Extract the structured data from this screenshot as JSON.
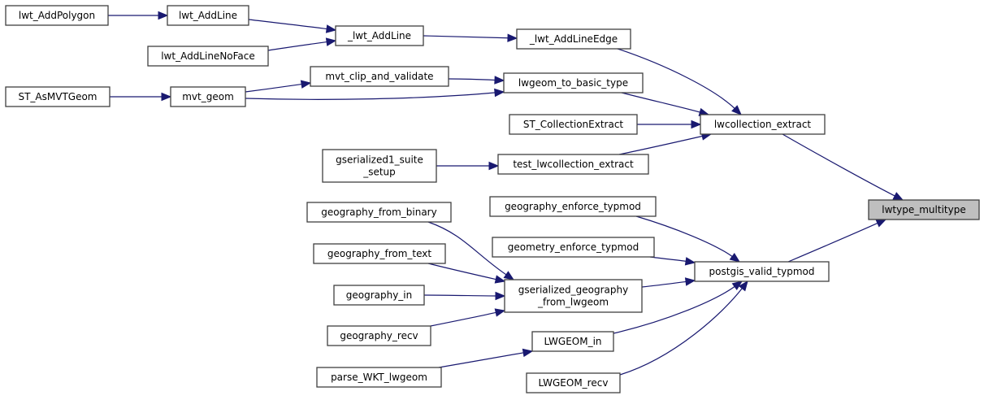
{
  "diagram": {
    "type": "caller-graph",
    "focus_node": "lwtype_multitype",
    "colors": {
      "edge": "#191970",
      "node_border": "#404040",
      "focus_fill": "#bfbfbf",
      "node_fill": "#ffffff"
    },
    "nodes": [
      {
        "id": "lwt_AddPolygon",
        "lines": [
          "lwt_AddPolygon"
        ]
      },
      {
        "id": "lwt_AddLine",
        "lines": [
          "lwt_AddLine"
        ]
      },
      {
        "id": "lwt_AddLineNoFace",
        "lines": [
          "lwt_AddLineNoFace"
        ]
      },
      {
        "id": "_lwt_AddLine",
        "lines": [
          "_lwt_AddLine"
        ]
      },
      {
        "id": "_lwt_AddLineEdge",
        "lines": [
          "_lwt_AddLineEdge"
        ]
      },
      {
        "id": "mvt_clip_and_validate",
        "lines": [
          "mvt_clip_and_validate"
        ]
      },
      {
        "id": "lwgeom_to_basic_type",
        "lines": [
          "lwgeom_to_basic_type"
        ]
      },
      {
        "id": "ST_AsMVTGeom",
        "lines": [
          "ST_AsMVTGeom"
        ]
      },
      {
        "id": "mvt_geom",
        "lines": [
          "mvt_geom"
        ]
      },
      {
        "id": "ST_CollectionExtract",
        "lines": [
          "ST_CollectionExtract"
        ]
      },
      {
        "id": "lwcollection_extract",
        "lines": [
          "lwcollection_extract"
        ]
      },
      {
        "id": "gserialized1_suite_setup",
        "lines": [
          "gserialized1_suite",
          "_setup"
        ]
      },
      {
        "id": "test_lwcollection_extract",
        "lines": [
          "test_lwcollection_extract"
        ]
      },
      {
        "id": "lwtype_multitype",
        "lines": [
          "lwtype_multitype"
        ]
      },
      {
        "id": "geography_enforce_typmod",
        "lines": [
          "geography_enforce_typmod"
        ]
      },
      {
        "id": "geography_from_binary",
        "lines": [
          "geography_from_binary"
        ]
      },
      {
        "id": "geometry_enforce_typmod",
        "lines": [
          "geometry_enforce_typmod"
        ]
      },
      {
        "id": "postgis_valid_typmod",
        "lines": [
          "postgis_valid_typmod"
        ]
      },
      {
        "id": "geography_from_text",
        "lines": [
          "geography_from_text"
        ]
      },
      {
        "id": "gserialized_geography_from_lwgeom",
        "lines": [
          "gserialized_geography",
          "_from_lwgeom"
        ]
      },
      {
        "id": "geography_in",
        "lines": [
          "geography_in"
        ]
      },
      {
        "id": "geography_recv",
        "lines": [
          "geography_recv"
        ]
      },
      {
        "id": "LWGEOM_in",
        "lines": [
          "LWGEOM_in"
        ]
      },
      {
        "id": "parse_WKT_lwgeom",
        "lines": [
          "parse_WKT_lwgeom"
        ]
      },
      {
        "id": "LWGEOM_recv",
        "lines": [
          "LWGEOM_recv"
        ]
      }
    ],
    "edges": [
      {
        "from": "lwt_AddPolygon",
        "to": "lwt_AddLine"
      },
      {
        "from": "lwt_AddLine",
        "to": "_lwt_AddLine"
      },
      {
        "from": "lwt_AddLineNoFace",
        "to": "_lwt_AddLine"
      },
      {
        "from": "_lwt_AddLine",
        "to": "_lwt_AddLineEdge"
      },
      {
        "from": "_lwt_AddLineEdge",
        "to": "lwcollection_extract"
      },
      {
        "from": "ST_AsMVTGeom",
        "to": "mvt_geom"
      },
      {
        "from": "mvt_geom",
        "to": "mvt_clip_and_validate"
      },
      {
        "from": "mvt_geom",
        "to": "lwgeom_to_basic_type"
      },
      {
        "from": "mvt_clip_and_validate",
        "to": "lwgeom_to_basic_type"
      },
      {
        "from": "lwgeom_to_basic_type",
        "to": "lwcollection_extract"
      },
      {
        "from": "ST_CollectionExtract",
        "to": "lwcollection_extract"
      },
      {
        "from": "gserialized1_suite_setup",
        "to": "test_lwcollection_extract"
      },
      {
        "from": "test_lwcollection_extract",
        "to": "lwcollection_extract"
      },
      {
        "from": "lwcollection_extract",
        "to": "lwtype_multitype"
      },
      {
        "from": "geography_enforce_typmod",
        "to": "postgis_valid_typmod"
      },
      {
        "from": "geometry_enforce_typmod",
        "to": "postgis_valid_typmod"
      },
      {
        "from": "geography_from_binary",
        "to": "gserialized_geography_from_lwgeom"
      },
      {
        "from": "geography_from_text",
        "to": "gserialized_geography_from_lwgeom"
      },
      {
        "from": "geography_in",
        "to": "gserialized_geography_from_lwgeom"
      },
      {
        "from": "geography_recv",
        "to": "gserialized_geography_from_lwgeom"
      },
      {
        "from": "gserialized_geography_from_lwgeom",
        "to": "postgis_valid_typmod"
      },
      {
        "from": "parse_WKT_lwgeom",
        "to": "LWGEOM_in"
      },
      {
        "from": "LWGEOM_in",
        "to": "postgis_valid_typmod"
      },
      {
        "from": "LWGEOM_recv",
        "to": "postgis_valid_typmod"
      },
      {
        "from": "postgis_valid_typmod",
        "to": "lwtype_multitype"
      }
    ]
  }
}
